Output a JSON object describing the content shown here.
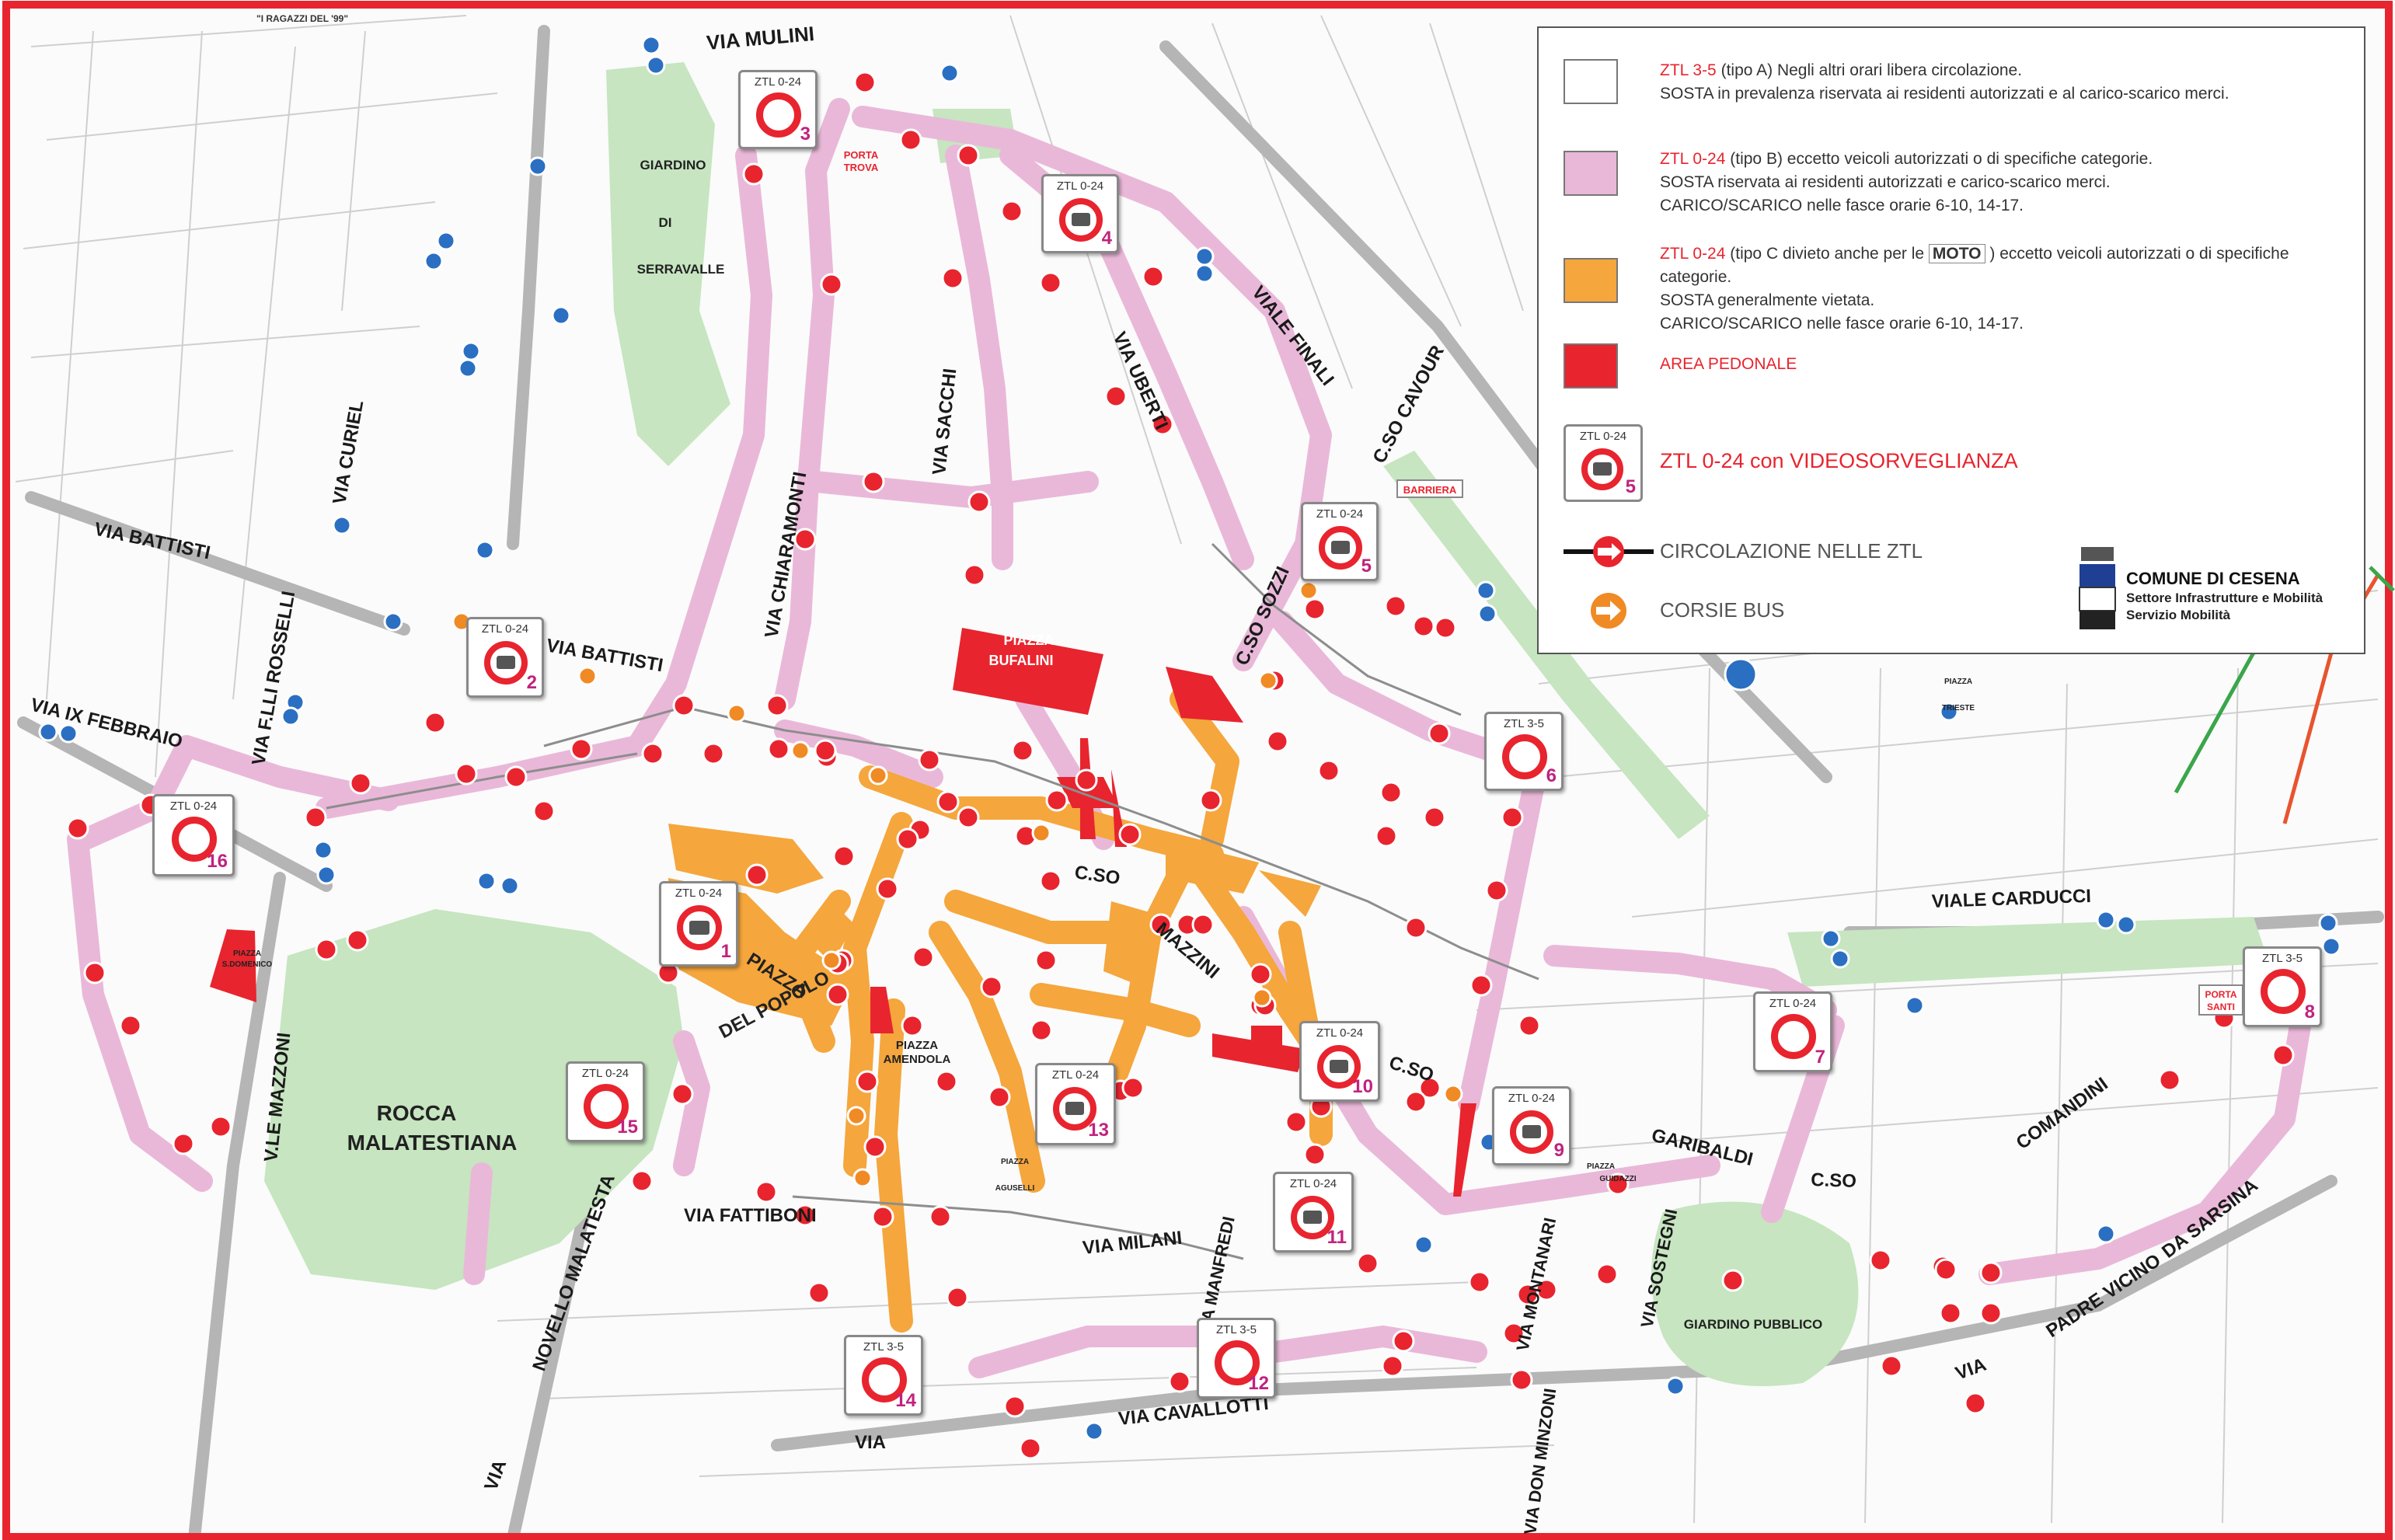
{
  "map": {
    "top_caption": "\"I RAGAZZI DEL '99\"",
    "colors": {
      "ztl_a": "#ffffff",
      "ztl_b": "#e9b8d8",
      "ztl_c": "#f5a63c",
      "pedestrian": "#e8242e",
      "green": "#c6e5c0",
      "border": "#e8242e",
      "street_line": "#9a9a9a",
      "number": "#c0237e"
    },
    "streets": [
      "VIA MULINI",
      "VIA BATTISTI",
      "VIA CURIEL",
      "VIA IX FEBBRAIO",
      "VIA F.LLI ROSSELLI",
      "VIA CHIARAMONTI",
      "VIA SACCHI",
      "VIA UBERTI",
      "VIALE FINALI",
      "C.SO CAVOUR",
      "C.SO SOZZI",
      "C.SO",
      "MAZZINI",
      "VIALE CARDUCCI",
      "GARIBALDI",
      "C.SO",
      "COMANDINI",
      "VIA",
      "PADRE VICINO",
      "DA SARSINA",
      "VIA CAVALLOTTI",
      "VIA FATTIBONI",
      "VIA MILANI",
      "VIA MANFREDI",
      "VIA MONTANARI",
      "VIA SOSTEGNI",
      "NOVELLO MALATESTA",
      "V.LE MAZZONI",
      "VIA DON MINZONI",
      "VIA",
      "VIA"
    ],
    "places": {
      "giardino_serravalle": [
        "GIARDINO",
        "DI",
        "SERRAVALLE"
      ],
      "rocca": [
        "ROCCA",
        "MALATESTIANA"
      ],
      "piazza_bufalini": [
        "PIAZZA",
        "BUFALINI"
      ],
      "piazza_popolo": [
        "PIAZZA",
        "DEL POPOLO"
      ],
      "piazza_amendola": [
        "PIAZZA",
        "AMENDOLA"
      ],
      "porta_trova": [
        "PORTA",
        "TROVA"
      ],
      "porta_santi": [
        "PORTA",
        "SANTI"
      ],
      "barriera": "BARRIERA",
      "giardino_pubblico": "GIARDINO   PUBBLICO",
      "piazza_domenico": [
        "PIAZZA",
        "S.DOMENICO"
      ],
      "piazza_aguselli": [
        "PIAZZA",
        "AGUSELLI"
      ],
      "piazza_guidazzi": [
        "PIAZZA",
        "GUIDAZZI"
      ],
      "piazza_trieste": [
        "PIAZZA",
        "TRIESTE"
      ]
    },
    "zones": [
      {
        "label": "ZTL 0-24",
        "number": "1",
        "kind": "camera"
      },
      {
        "label": "ZTL 0-24",
        "number": "2",
        "kind": "camera"
      },
      {
        "label": "ZTL 0-24",
        "number": "3",
        "kind": "plain"
      },
      {
        "label": "ZTL 0-24",
        "number": "4",
        "kind": "camera"
      },
      {
        "label": "ZTL 0-24",
        "number": "5",
        "kind": "camera"
      },
      {
        "label": "ZTL 3-5",
        "number": "6",
        "kind": "plain"
      },
      {
        "label": "ZTL 0-24",
        "number": "7",
        "kind": "plain"
      },
      {
        "label": "ZTL 3-5",
        "number": "8",
        "kind": "plain"
      },
      {
        "label": "ZTL 0-24",
        "number": "9",
        "kind": "camera"
      },
      {
        "label": "ZTL 0-24",
        "number": "10",
        "kind": "camera"
      },
      {
        "label": "ZTL 0-24",
        "number": "11",
        "kind": "camera"
      },
      {
        "label": "ZTL 3-5",
        "number": "12",
        "kind": "plain"
      },
      {
        "label": "ZTL 0-24",
        "number": "13",
        "kind": "camera"
      },
      {
        "label": "ZTL 3-5",
        "number": "14",
        "kind": "plain"
      },
      {
        "label": "ZTL 0-24",
        "number": "15",
        "kind": "plain"
      },
      {
        "label": "ZTL 0-24",
        "number": "16",
        "kind": "plain"
      }
    ]
  },
  "legend": {
    "row1": {
      "title": "ZTL 3-5",
      "text1": " (tipo A) Negli altri orari libera circolazione.",
      "text2": "SOSTA  in prevalenza riservata ai residenti autorizzati e al carico-scarico merci."
    },
    "row2": {
      "title": "ZTL 0-24",
      "text1": " (tipo B) eccetto veicoli autorizzati o di specifiche categorie.",
      "text2": "SOSTA riservata ai residenti autorizzati e carico-scarico merci.",
      "text3": "CARICO/SCARICO  nelle fasce orarie 6-10, 14-17."
    },
    "row3": {
      "title": "ZTL 0-24",
      "text1a": " (tipo C divieto anche per le ",
      "moto": "MOTO",
      "text1b": " ) eccetto veicoli autorizzati o di specifiche categorie.",
      "text2": "SOSTA generalmente vietata.",
      "text3": "CARICO/SCARICO  nelle fasce orarie 6-10, 14-17."
    },
    "row4": {
      "title": "AREA PEDONALE"
    },
    "row5": {
      "title": "ZTL 0-24  con  VIDEOSORVEGLIANZA",
      "box_label": "ZTL 0-24",
      "box_number": "5"
    },
    "row6": {
      "title": "CIRCOLAZIONE NELLE ZTL"
    },
    "row7": {
      "title": "CORSIE BUS"
    },
    "logo": {
      "name": "COMUNE DI CESENA",
      "sub1": "Settore Infrastrutture e Mobilità",
      "sub2": "Servizio Mobilità"
    }
  }
}
